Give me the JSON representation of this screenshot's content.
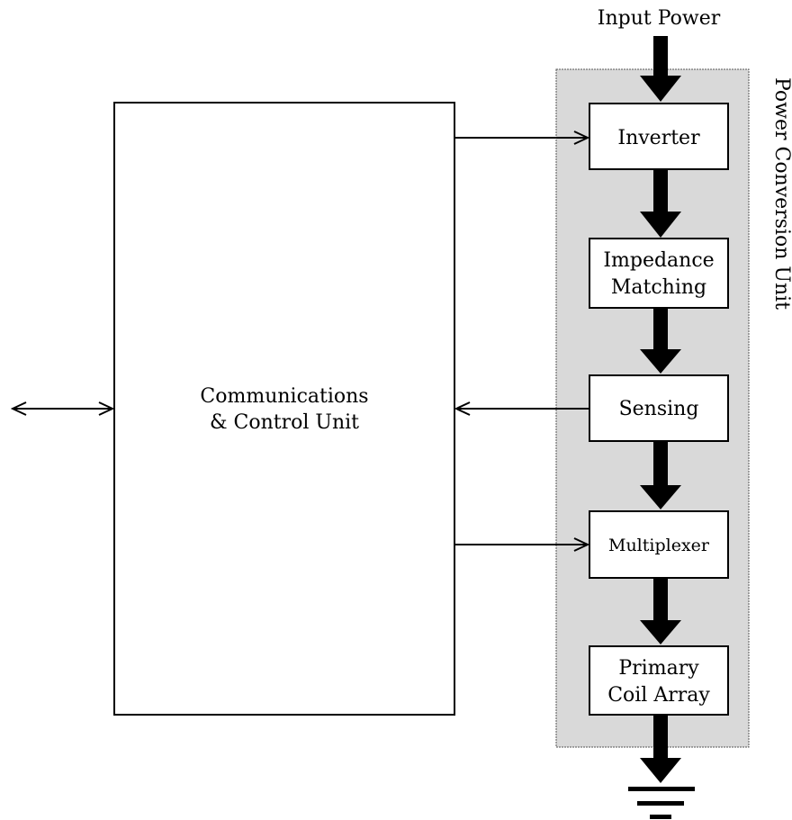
{
  "input_label": "Input Power",
  "pcu_label": "Power Conversion Unit",
  "ccu": {
    "line1": "Communications",
    "line2": "& Control Unit"
  },
  "blocks": {
    "inverter": "Inverter",
    "impedance_line1": "Impedance",
    "impedance_line2": "Matching",
    "sensing": "Sensing",
    "multiplexer": "Multiplexer",
    "coil_line1": "Primary",
    "coil_line2": "Coil Array"
  },
  "colors": {
    "pcu_fill": "#d9d9d9",
    "stroke": "#000000",
    "box_fill": "#ffffff"
  }
}
